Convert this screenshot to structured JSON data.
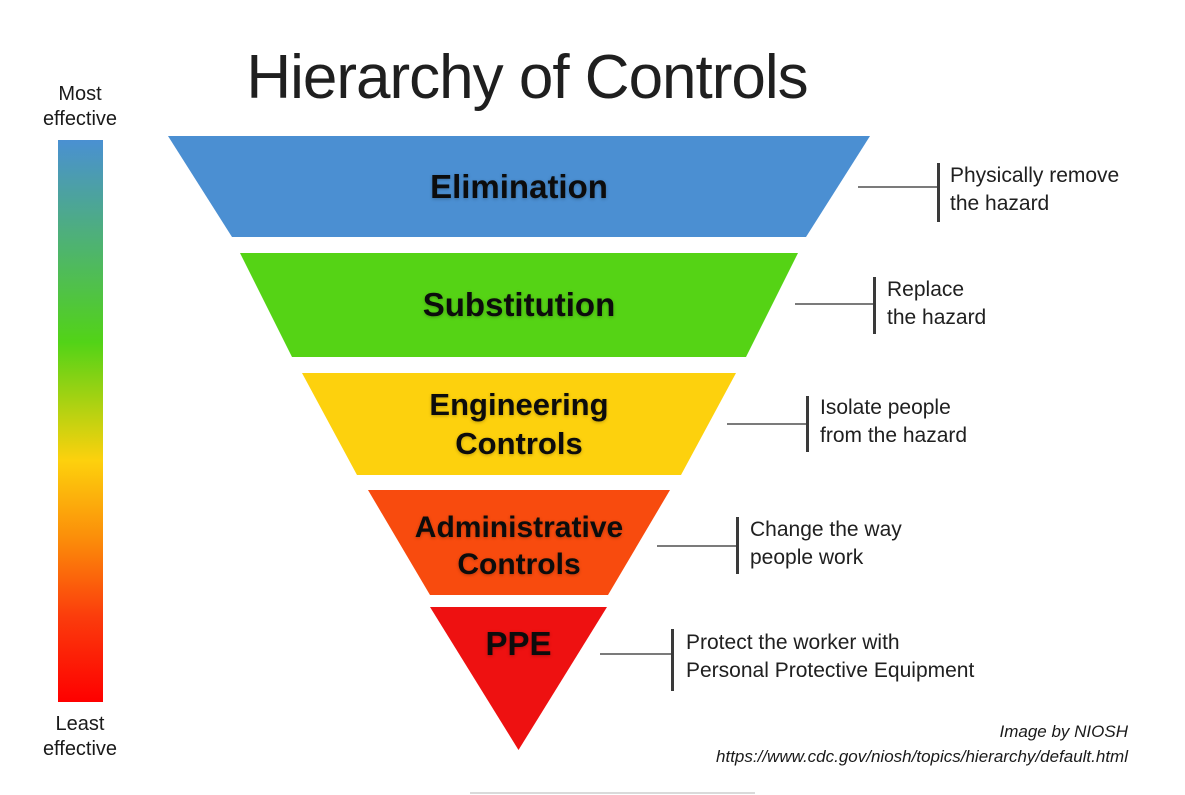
{
  "title": "Hierarchy of Controls",
  "legend": {
    "top_label": "Most\neffective",
    "bottom_label": "Least\neffective",
    "gradient_css": "linear-gradient(180deg, #4a90d2 0%, #52d317 36%, #fdd10d 57%, #fb8d0a 71%, #fb3b0c 85%, #fe0000 100%)"
  },
  "levels": [
    {
      "name": "Elimination",
      "color": "#4b8fd2",
      "description": "Physically remove\nthe hazard"
    },
    {
      "name": "Substitution",
      "color": "#55d315",
      "description": "Replace\nthe hazard"
    },
    {
      "name": "Engineering Controls",
      "color": "#fdd10d",
      "description": "Isolate people\nfrom the hazard"
    },
    {
      "name": "Administrative Controls",
      "color": "#f84b0e",
      "description": "Change the way\npeople work"
    },
    {
      "name": "PPE",
      "color": "#ee1111",
      "description": "Protect the worker with\nPersonal Protective Equipment"
    }
  ],
  "attribution": {
    "credit": "Image by NIOSH",
    "url": "https://www.cdc.gov/niosh/topics/hierarchy/default.html"
  }
}
